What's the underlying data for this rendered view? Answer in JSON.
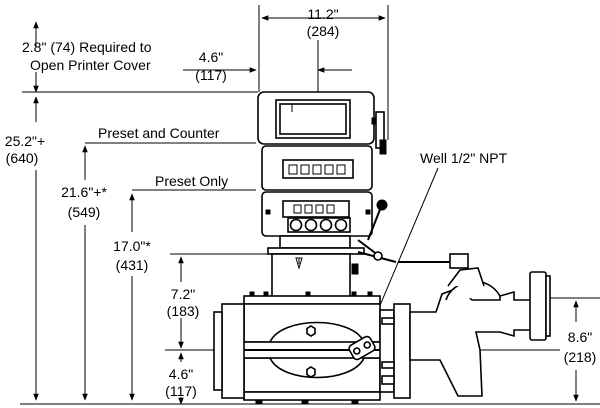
{
  "dimensions": {
    "overall_width": {
      "imperial": "11.2\"",
      "metric": "(284)"
    },
    "printer_cover": {
      "line1": "2.8\" (74) Required to",
      "line2": "Open Printer Cover"
    },
    "offset_top": {
      "imperial": "4.6\"",
      "metric": "(117)"
    },
    "height_preset_counter": {
      "imperial": "25.2\"+",
      "metric": "(640)"
    },
    "height_preset_only": {
      "imperial": "21.6\"+*",
      "metric": "(549)"
    },
    "height_meter": {
      "imperial": "17.0\"*",
      "metric": "(431)"
    },
    "height_upper_body": {
      "imperial": "7.2\"",
      "metric": "(183)"
    },
    "height_lower_body": {
      "imperial": "4.6\"",
      "metric": "(117)"
    },
    "height_outlet": {
      "imperial": "8.6\"",
      "metric": "(218)"
    }
  },
  "callouts": {
    "preset_and_counter": "Preset and Counter",
    "preset_only": "Preset Only",
    "well": "Well 1/2\" NPT"
  }
}
